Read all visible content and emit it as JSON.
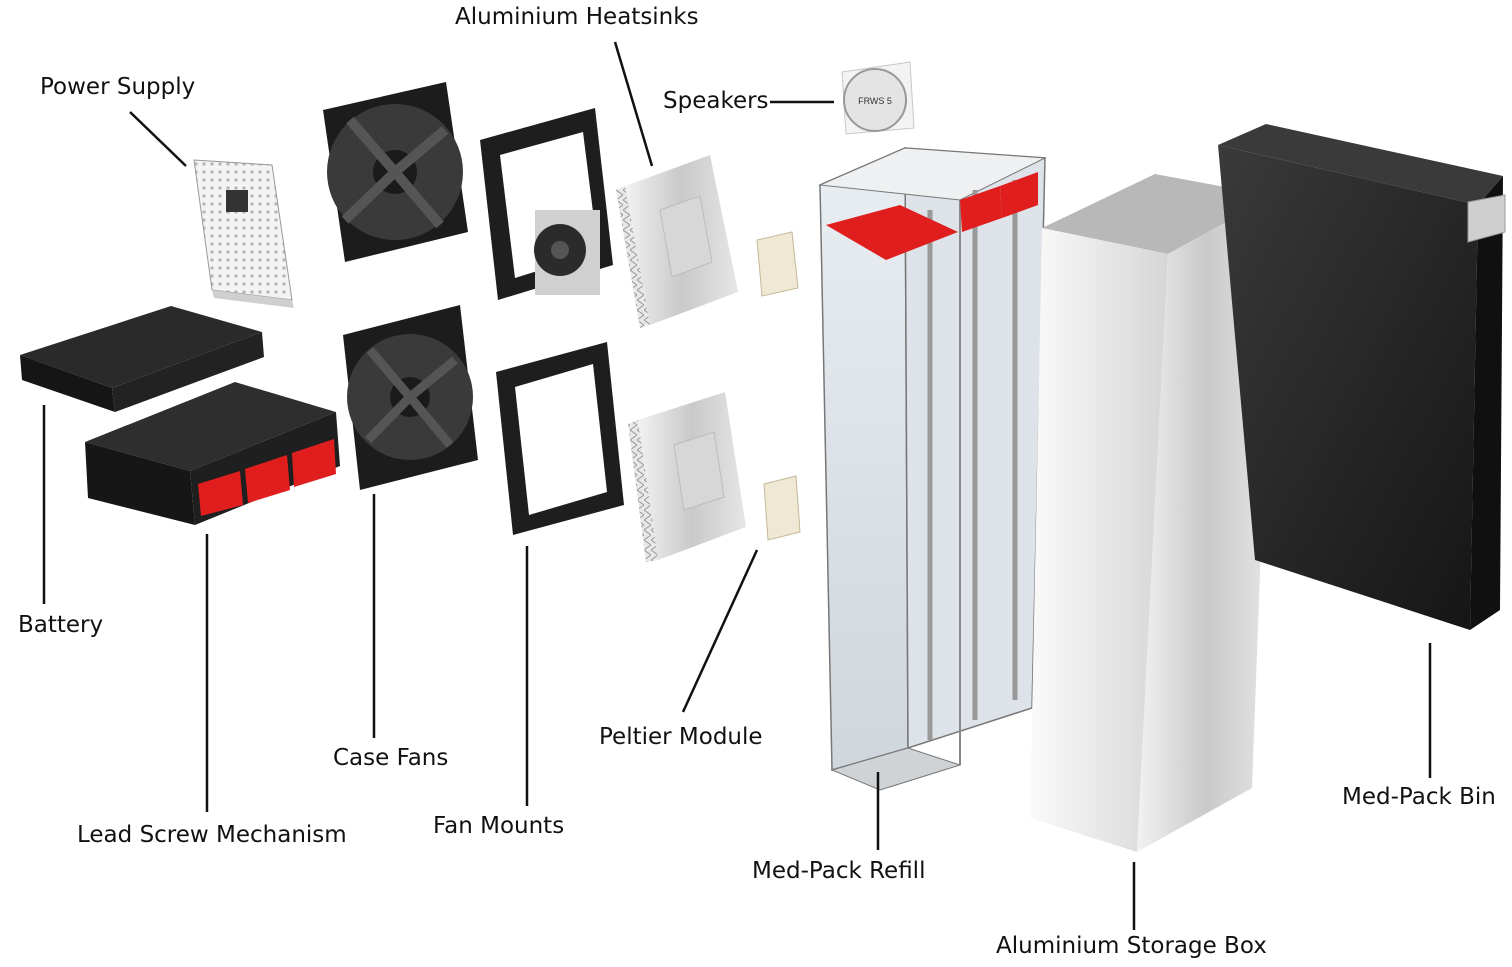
{
  "labels": {
    "aluminium_heatsinks": "Aluminium Heatsinks",
    "power_supply": "Power Supply",
    "speakers": "Speakers",
    "battery": "Battery",
    "case_fans": "Case Fans",
    "lead_screw_mechanism": "Lead Screw Mechanism",
    "fan_mounts": "Fan Mounts",
    "peltier_module": "Peltier Module",
    "med_pack_refill": "Med-Pack Refill",
    "aluminium_storage_box": "Aluminium Storage Box",
    "med_pack_bin": "Med-Pack Bin"
  },
  "speaker_marking": "FRWS 5",
  "colors": {
    "accent_red": "#e01e1e",
    "dark_body": "#1f1f1f",
    "aluminium": "#dcdcdc",
    "leader_line": "#111111"
  }
}
